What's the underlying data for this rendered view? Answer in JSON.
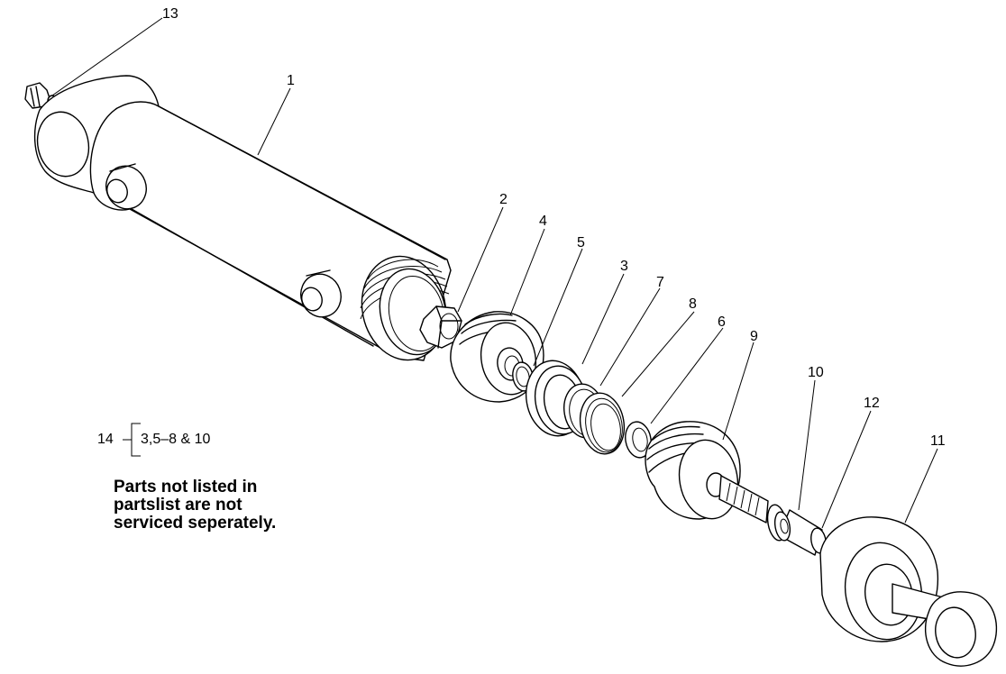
{
  "callouts": {
    "c1": "1",
    "c2": "2",
    "c3": "3",
    "c4": "4",
    "c5": "5",
    "c6": "6",
    "c7": "7",
    "c8": "8",
    "c9": "9",
    "c10": "10",
    "c11": "11",
    "c12": "12",
    "c13": "13"
  },
  "kit": {
    "number": "14",
    "contents": "3,5–8 & 10"
  },
  "note": {
    "line1": "Parts not listed in",
    "line2": "partslist are not",
    "line3": "serviced seperately."
  }
}
